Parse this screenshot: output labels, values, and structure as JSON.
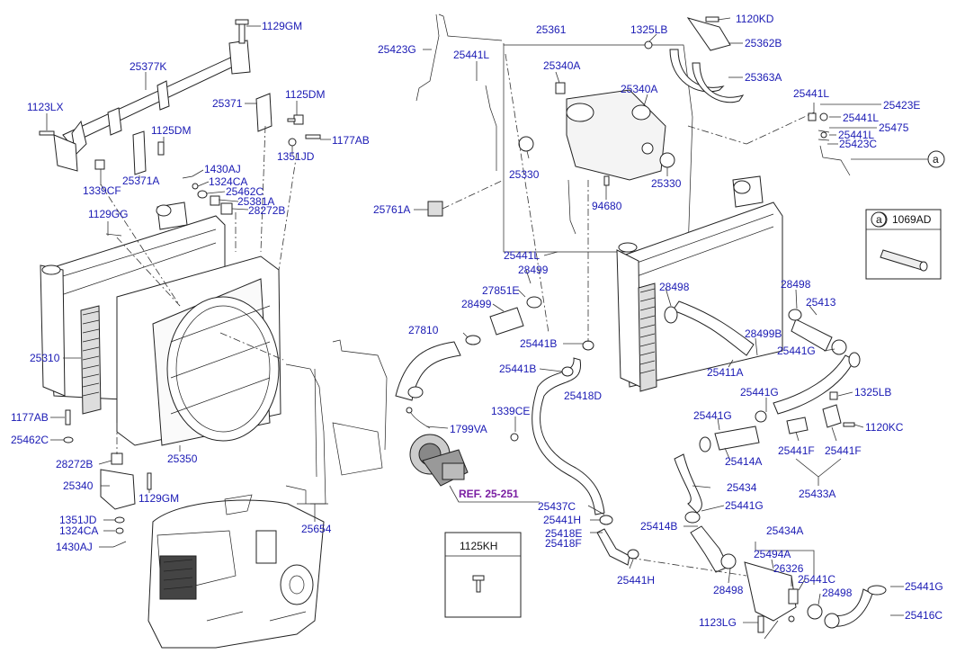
{
  "labels": {
    "p1129GM_top": "1129GM",
    "p25377K": "25377K",
    "p1123LX": "1123LX",
    "p1125DM_a": "1125DM",
    "p25371": "25371",
    "p1125DM_b": "1125DM",
    "p1177AB_a": "1177AB",
    "p1351JD_a": "1351JD",
    "p1339CF": "1339CF",
    "p25371A": "25371A",
    "p1430AJ_a": "1430AJ",
    "p1324CA_a": "1324CA",
    "p25462C_a": "25462C",
    "p25381A": "25381A",
    "p28272B_a": "28272B",
    "p1129GG": "1129GG",
    "p25310": "25310",
    "p1177AB_b": "1177AB",
    "p25462C_b": "25462C",
    "p28272B_b": "28272B",
    "p25350": "25350",
    "p25340": "25340",
    "p1129GM_b": "1129GM",
    "p1351JD_b": "1351JD",
    "p1324CA_b": "1324CA",
    "p1430AJ_b": "1430AJ",
    "p25654": "25654",
    "p25423G": "25423G",
    "p25441L_a": "25441L",
    "p25361": "25361",
    "p1325LB_a": "1325LB",
    "p1120KD": "1120KD",
    "p25362B": "25362B",
    "p25363A": "25363A",
    "p25340A_a": "25340A",
    "p25340A_b": "25340A",
    "p25330_a": "25330",
    "p25330_b": "25330",
    "p94680": "94680",
    "p25761A": "25761A",
    "p25441L_b": "25441L",
    "p28499_a": "28499",
    "p27851E": "27851E",
    "p28499_b": "28499",
    "p27810": "27810",
    "p25441B_a": "25441B",
    "p25441B_b": "25441B",
    "p25418D": "25418D",
    "p1339CE": "1339CE",
    "p1799VA": "1799VA",
    "p25437C": "25437C",
    "p25441H_a": "25441H",
    "p25418E": "25418E",
    "p25418F": "25418F",
    "p25441H_b": "25441H",
    "p1125KH": "1125KH",
    "p25441L_c": "25441L",
    "p25423E": "25423E",
    "p25441L_d": "25441L",
    "p25475": "25475",
    "p25441L_e": "25441L",
    "p25423C": "25423C",
    "p1069AD": "1069AD",
    "p28498_a": "28498",
    "p28498_b": "28498",
    "p25413": "25413",
    "p28499B": "28499B",
    "p25441G_a": "25441G",
    "p25411A": "25411A",
    "p25441G_b": "25441G",
    "p1325LB_b": "1325LB",
    "p25441G_c": "25441G",
    "p1120KC": "1120KC",
    "p25414A": "25414A",
    "p25441F_a": "25441F",
    "p25441F_b": "25441F",
    "p25434": "25434",
    "p25433A": "25433A",
    "p25441G_d": "25441G",
    "p25414B": "25414B",
    "p25434A": "25434A",
    "p25494A": "25494A",
    "p26326": "26326",
    "p25441C": "25441C",
    "p28498_c": "28498",
    "p28498_d": "28498",
    "p25441G_e": "25441G",
    "p25416C": "25416C",
    "p1123LG": "1123LG",
    "ref": "REF. 25-251",
    "callout_a1": "a",
    "callout_a2": "a"
  },
  "colors": {
    "label": "#1a1ab4",
    "ref": "#7a1fa2",
    "line": "#333333"
  }
}
